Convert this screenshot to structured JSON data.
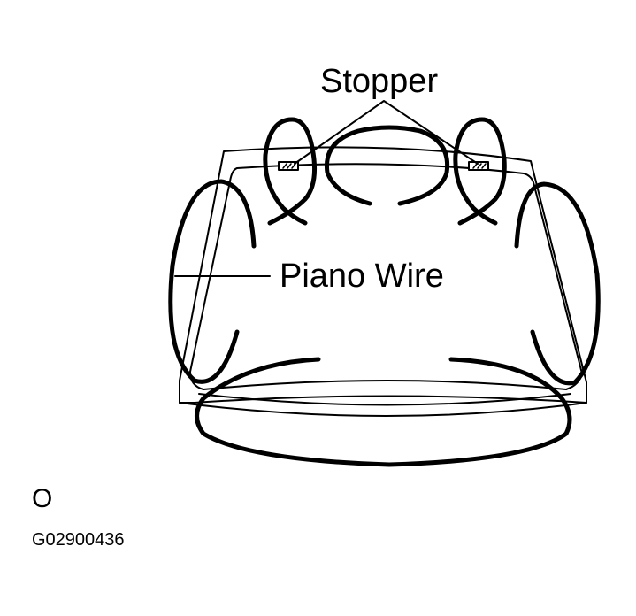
{
  "diagram": {
    "callouts": {
      "stopper": "Stopper",
      "piano_wire": "Piano Wire"
    },
    "view_label": "O",
    "figure_code": "G02900436",
    "colors": {
      "line": "#000000",
      "background": "#ffffff"
    }
  }
}
